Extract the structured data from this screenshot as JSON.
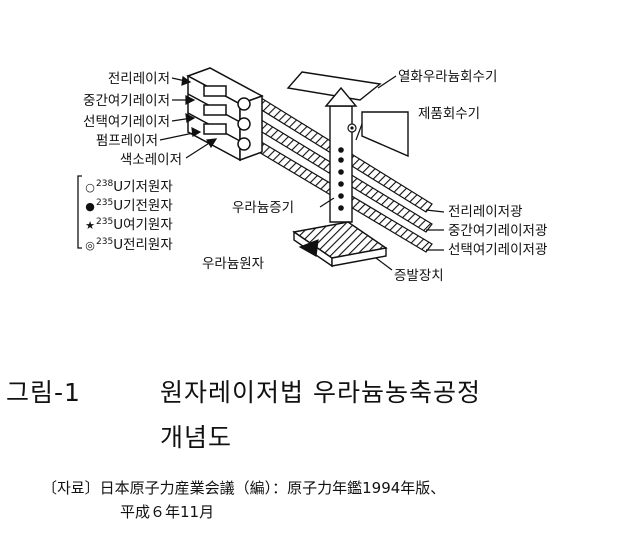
{
  "labels": {
    "laser_ionize": "전리레이저",
    "laser_mid": "중간여기레이저",
    "laser_select": "선택여기레이저",
    "laser_pump": "펌프레이저",
    "laser_dye": "색소레이저",
    "collector_tail": "열화우라늄회수기",
    "collector_product": "제품회수기",
    "vapor": "우라늄증기",
    "uranium_atom": "우라늄원자",
    "evaporator": "증발장치",
    "beam_ionize": "전리레이저광",
    "beam_mid": "중간여기레이저광",
    "beam_select": "선택여기레이저광"
  },
  "legend": [
    {
      "symbol": "○",
      "mass": "238",
      "element": "U",
      "text": "기저원자"
    },
    {
      "symbol": "●",
      "mass": "235",
      "element": "U",
      "text": "기전원자"
    },
    {
      "symbol": "★",
      "mass": "235",
      "element": "U",
      "text": "여기원자"
    },
    {
      "symbol": "◎",
      "mass": "235",
      "element": "U",
      "text": "전리원자"
    }
  ],
  "caption": {
    "number": "그림-1",
    "title_line1": "원자레이저법 우라늄농축공정",
    "title_line2": "개념도"
  },
  "source": {
    "line1": "〔자료〕日本原子力産業会議（編）：原子力年鑑1994年版、",
    "line2": "平成６年11月"
  }
}
